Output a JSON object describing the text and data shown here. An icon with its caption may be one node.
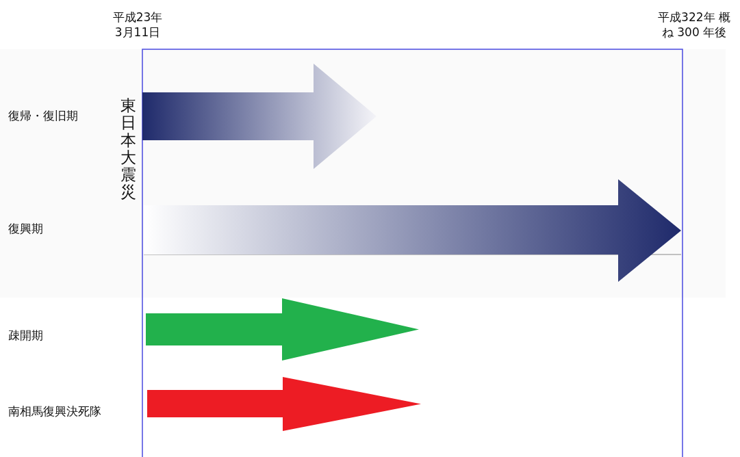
{
  "diagram": {
    "nodes": [
      {
        "text": [],
        "shape": "arrow"
      },
      {
        "text": [],
        "shape": "arrow"
      },
      {
        "text": [],
        "shape": "arrow"
      },
      {
        "text": [],
        "shape": "arrow"
      }
    ],
    "labels": [
      "平成23年 3月11日",
      "平成322年 概ね 300 年後",
      "復帰・復旧期",
      "東日本大震災",
      "復興期",
      "疎開期",
      "南相馬復興決死隊"
    ]
  }
}
